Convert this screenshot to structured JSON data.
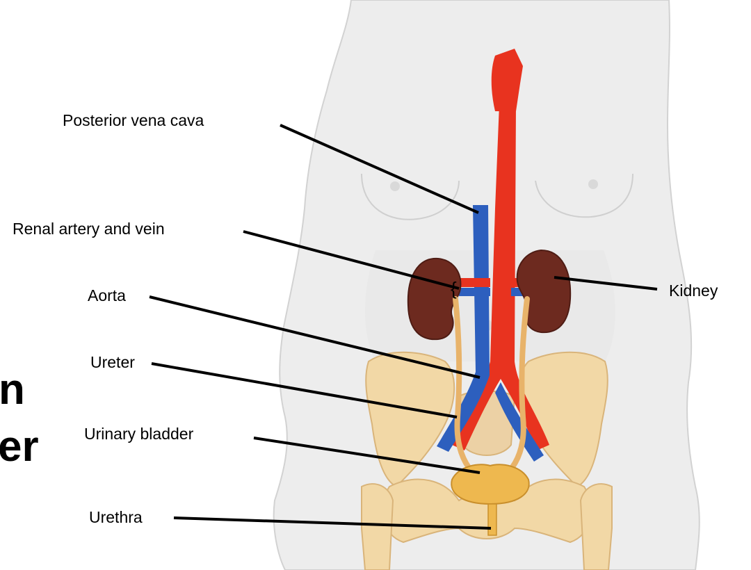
{
  "labels": {
    "posterior_vena_cava": "Posterior vena cava",
    "renal_artery_vein": "Renal artery and vein",
    "aorta": "Aorta",
    "ureter": "Ureter",
    "urinary_bladder": "Urinary bladder",
    "urethra": "Urethra",
    "kidney": "Kidney"
  },
  "cropped_text": {
    "line1": "n",
    "line2": "er"
  },
  "colors": {
    "body": "#ececec",
    "body_outline": "#cfcfcf",
    "artery": "#e8321e",
    "vein": "#2a5fbf",
    "kidney": "#6e2b20",
    "ureter": "#e8b36a",
    "bone": "#f1d7a8",
    "bladder": "#efb850"
  }
}
